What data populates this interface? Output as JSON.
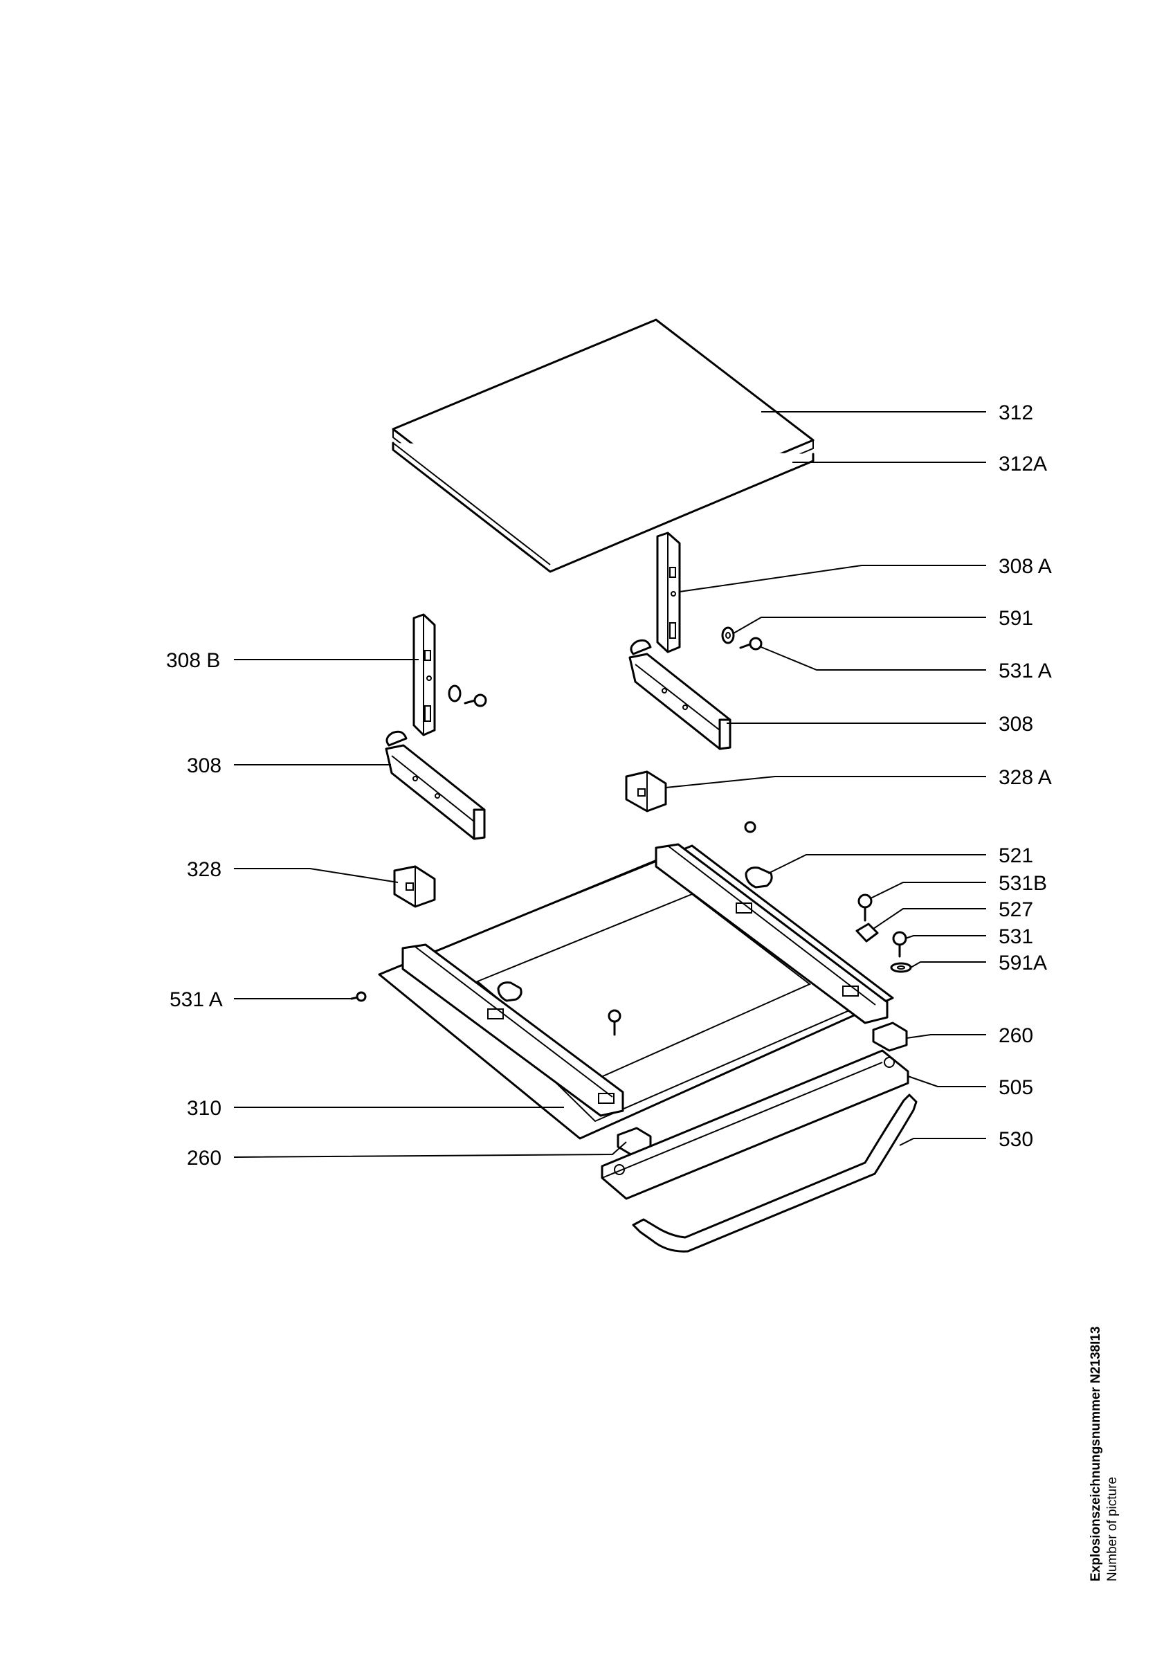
{
  "labels": {
    "p312": "312",
    "p312a": "312A",
    "p308a": "308 A",
    "p591": "591",
    "p531a_r": "531 A",
    "p308_r": "308",
    "p328a": "328 A",
    "p521": "521",
    "p531b": "531B",
    "p527": "527",
    "p531": "531",
    "p591a": "591A",
    "p260_r": "260",
    "p505": "505",
    "p530": "530",
    "p308b": "308 B",
    "p308_l": "308",
    "p328": "328",
    "p531a_l": "531 A",
    "p310": "310",
    "p260_l": "260"
  },
  "caption": {
    "line1": "Explosionszeichnungsnummer N2138I13",
    "line2": "Number of picture"
  }
}
